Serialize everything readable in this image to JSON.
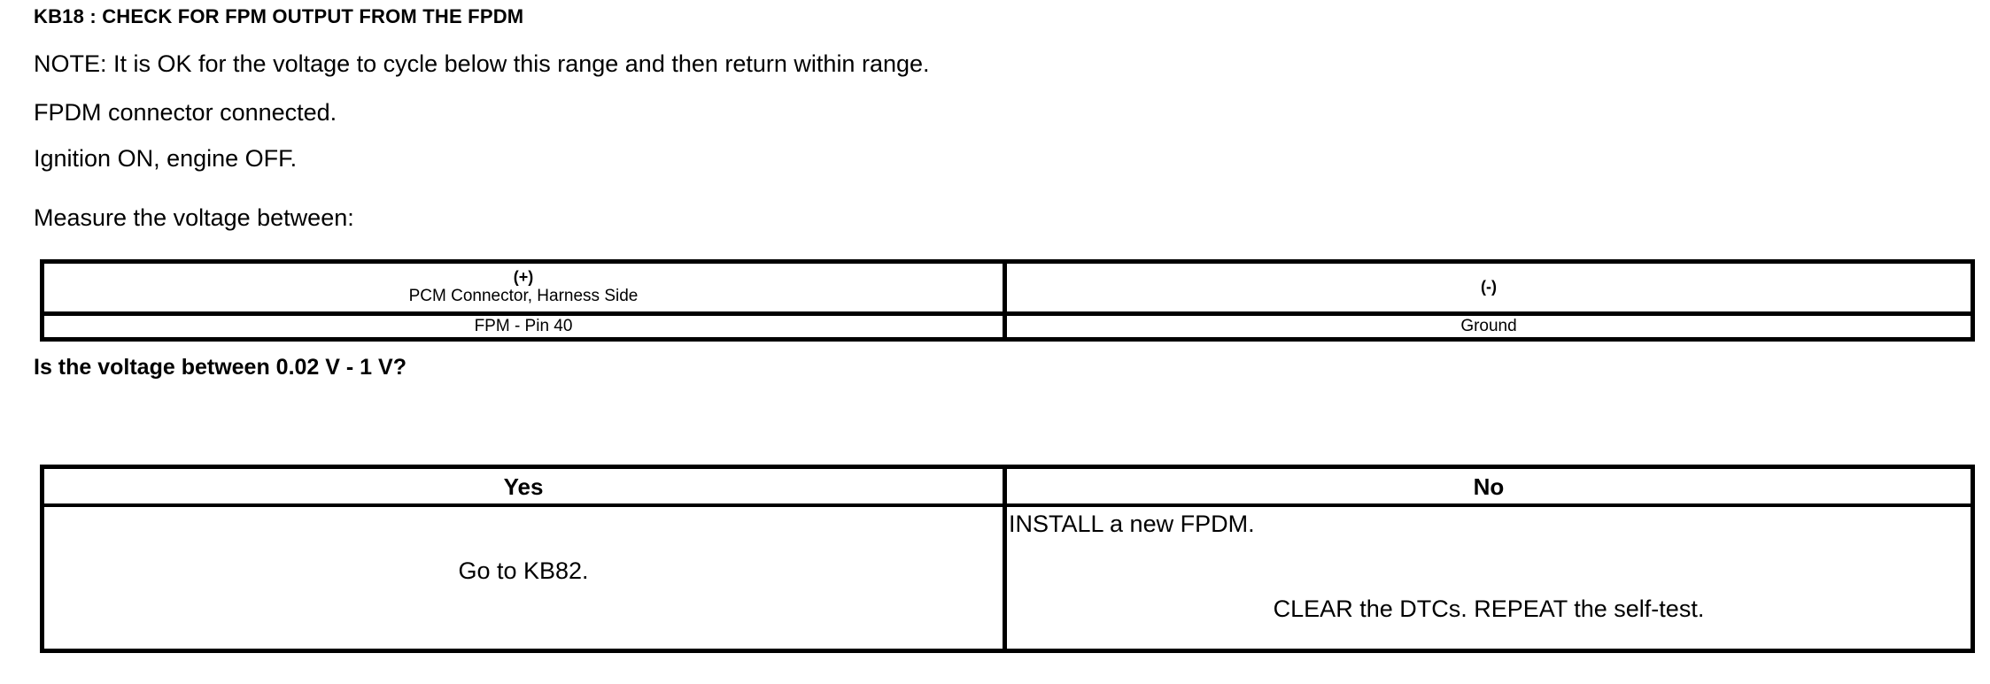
{
  "document": {
    "step_title": "KB18 : CHECK FOR FPM OUTPUT FROM THE FPDM",
    "instructions": [
      "NOTE: It is OK for the voltage to cycle below this range and then return within range.",
      "FPDM connector connected.",
      "Ignition ON, engine OFF.",
      "Measure the voltage between:"
    ],
    "question": "Is the voltage between 0.02 V - 1 V?"
  },
  "measurement_table": {
    "headers": [
      {
        "polarity": "(+)",
        "description": "PCM Connector, Harness Side"
      },
      {
        "polarity": "(-)",
        "description": ""
      }
    ],
    "row": [
      "FPM - Pin 40",
      "Ground"
    ]
  },
  "decision_table": {
    "headers": [
      "Yes",
      "No"
    ],
    "yes": {
      "action": "Go to KB82."
    },
    "no": {
      "action_1": "INSTALL a new FPDM.",
      "action_2": "CLEAR the DTCs. REPEAT the self-test."
    }
  },
  "colors": {
    "background": "#ffffff",
    "text": "#000000",
    "border": "#000000"
  }
}
